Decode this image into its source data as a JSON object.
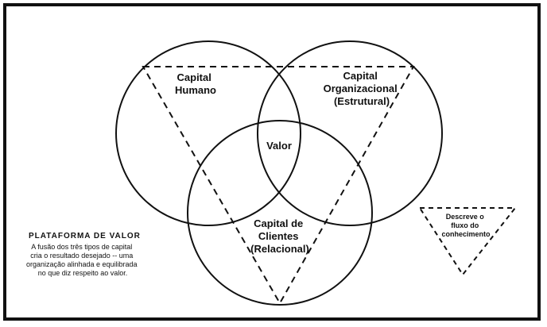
{
  "diagram": {
    "circles": {
      "human": [
        "Capital",
        "Humano"
      ],
      "organizational": [
        "Capital",
        "Organizacional",
        "(Estrutural)"
      ],
      "clients": [
        "Capital de",
        "Clientes",
        "(Relacional)"
      ],
      "center": "Valor"
    },
    "legend": {
      "title": "PLATAFORMA DE VALOR",
      "lines": [
        "A fusão dos três tipos de capital",
        "cria o resultado desejado -- uma",
        "organização alinhada e equilibrada",
        "no que diz respeito ao valor."
      ]
    },
    "flow_note": [
      "Descreve o",
      "fluxo do",
      "conhecimento"
    ]
  }
}
